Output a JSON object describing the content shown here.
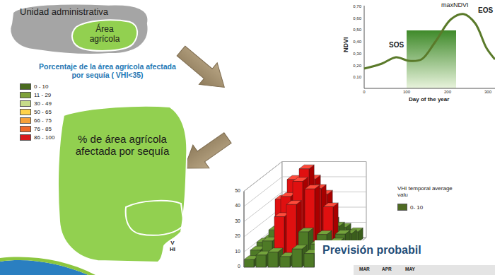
{
  "diagram": {
    "nodes": [
      {
        "text": [
          "Unidad administrativa"
        ]
      },
      {
        "text": [
          "Área agrícola"
        ],
        "in": 0
      },
      {
        "text": [
          "% de área agrícola afectada por sequía"
        ]
      }
    ],
    "labels": [
      "SOS",
      "maxNDVI",
      "EOS",
      "NDVI",
      "Day of the year",
      "0,70",
      "0,60",
      "0,50",
      "0,40",
      "0,30",
      "0,20",
      "0,10",
      "0",
      "100",
      "200",
      "300",
      "Porcentaje de la área agrícola afectada por sequía ( VHI<35)",
      "50",
      "40",
      "30",
      "20",
      "10",
      "0",
      "VHI",
      "VHI temporal average valu",
      "Previsión probabil",
      "MAR",
      "APR",
      "MAY"
    ],
    "legend": [
      {
        "text": "0 - 10",
        "color": "#4a6b1f"
      },
      {
        "text": "11 - 29",
        "color": "#7fa23a"
      },
      {
        "text": "30 - 49",
        "color": "#c6dc8a"
      },
      {
        "text": "50 - 65",
        "color": "#ffd24a"
      },
      {
        "text": "66 - 75",
        "color": "#f7a13a"
      },
      {
        "text": "76 - 85",
        "color": "#f06a2a"
      },
      {
        "text": "86 - 100",
        "color": "#d7191c"
      },
      {
        "text": "0- 10",
        "color": "#4f6b23"
      }
    ]
  }
}
